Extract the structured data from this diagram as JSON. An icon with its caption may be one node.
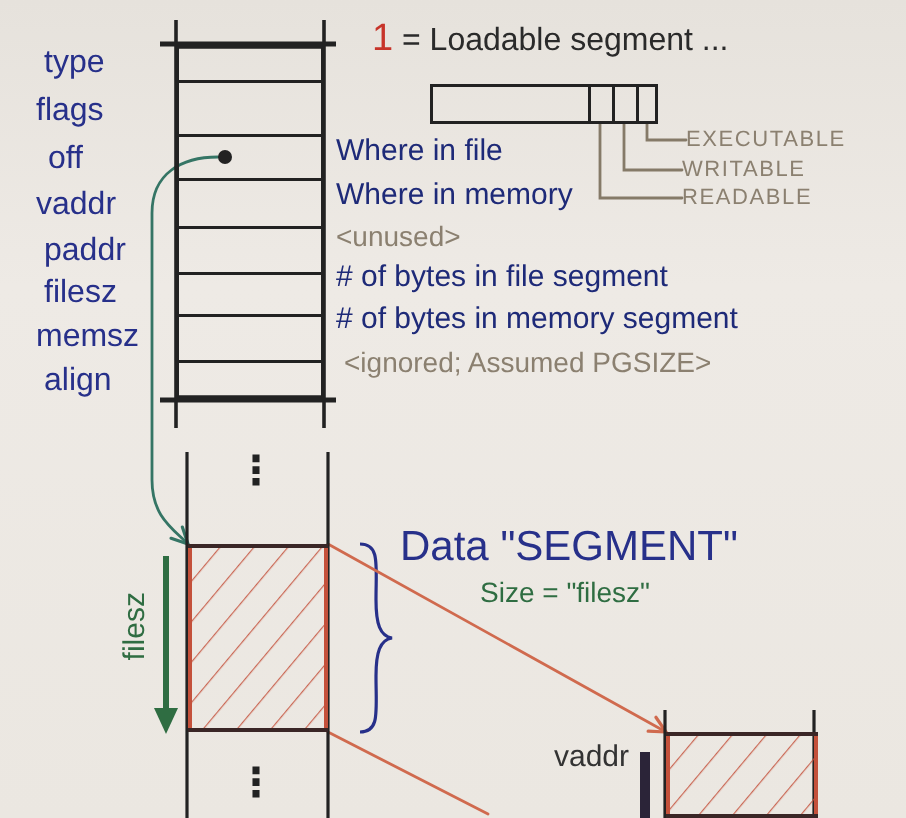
{
  "diagram": {
    "nodes": [
      {
        "text": [],
        "shape": "box"
      },
      {
        "text": [],
        "shape": "box",
        "in": 0,
        "beside": [
          "type",
          "1",
          "= Loadable segment ..."
        ]
      },
      {
        "text": [],
        "shape": "box",
        "in": 0,
        "beside": [
          "flags"
        ]
      },
      {
        "text": [],
        "shape": "box",
        "in": 0,
        "beside": [
          "off",
          "Where in file"
        ]
      },
      {
        "text": [],
        "shape": "circle",
        "in": 3
      },
      {
        "text": [],
        "shape": "box",
        "in": 0,
        "beside": [
          "vaddr",
          "Where in memory"
        ]
      },
      {
        "text": [],
        "shape": "box",
        "in": 0,
        "beside": [
          "paddr",
          "<unused>"
        ]
      },
      {
        "text": [],
        "shape": "box",
        "in": 0,
        "beside": [
          "filesz",
          "# of bytes in file segment"
        ]
      },
      {
        "text": [],
        "shape": "box",
        "in": 0,
        "beside": [
          "memsz",
          "# of bytes in memory segment"
        ]
      },
      {
        "text": [],
        "shape": "box",
        "in": 0,
        "beside": [
          "align",
          "<ignored; Assumed PGSIZE>"
        ]
      },
      {
        "text": [],
        "shape": "bar"
      },
      {
        "text": [],
        "shape": "box",
        "in": 10
      },
      {
        "text": [],
        "shape": "box",
        "in": 10
      },
      {
        "text": [],
        "shape": "box",
        "in": 10
      },
      {
        "text": [
          "EXECUTABLE"
        ]
      },
      {
        "text": [
          "WRITABLE"
        ]
      },
      {
        "text": [
          "READABLE"
        ]
      },
      {
        "text": [
          "⋮",
          "⋮"
        ]
      },
      {
        "text": [],
        "shape": "box",
        "in": 17,
        "beside": [
          "Data \"SEGMENT\"",
          "Size = \"filesz\""
        ]
      },
      {
        "text": [],
        "shape": "box"
      },
      {
        "text": [],
        "shape": "box",
        "in": 19
      }
    ],
    "edges": [
      {
        "from": 14,
        "to": 13,
        "arrow": "none"
      },
      {
        "from": 15,
        "to": 12,
        "arrow": "none"
      },
      {
        "from": 16,
        "to": 11,
        "arrow": "none"
      },
      {
        "from": 4,
        "to": 18,
        "arrow": "to",
        "color": "#357565"
      },
      {
        "from": 18,
        "to": 20,
        "arrow": "to",
        "color": "#d06a4e"
      },
      {
        "from": 18,
        "to": null,
        "arrow": "none",
        "color": "#d06a4e"
      }
    ],
    "labels": [
      "filesz",
      "vaddr"
    ]
  }
}
